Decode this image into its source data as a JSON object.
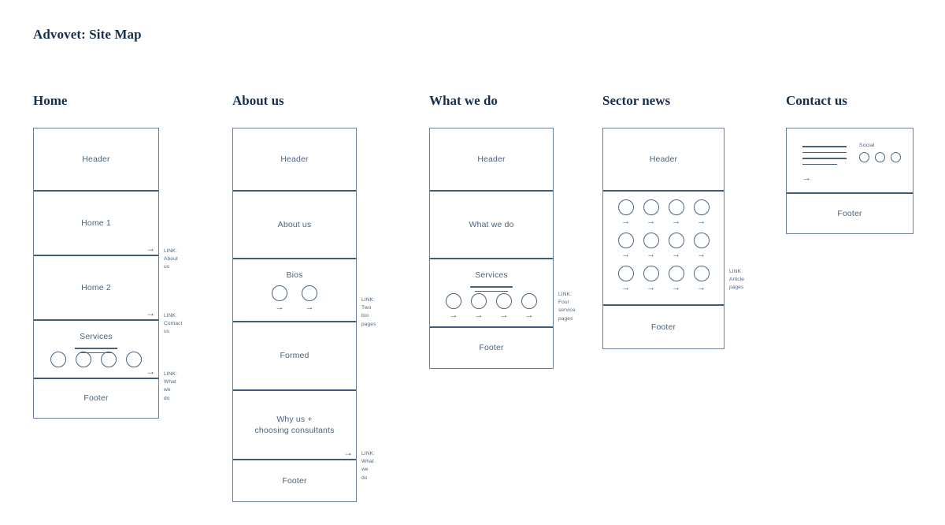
{
  "page_title": "Advovet: Site Map",
  "colors": {
    "title": "#16304c",
    "box_border": "#6b8099",
    "divider": "#3f5d7a",
    "label_text": "#49647f",
    "background": "#ffffff"
  },
  "columns": [
    {
      "title": "Home",
      "sections": [
        {
          "label": "Header"
        },
        {
          "label": "Home 1",
          "arrow": "→",
          "link": "LINK: About us"
        },
        {
          "label": "Home 2",
          "arrow": "→",
          "link": "LINK: Contact us"
        },
        {
          "label": "Services",
          "rules": 2,
          "circles": 4,
          "circle_arrows": false,
          "arrow": "→",
          "link": "LINK: What we do"
        },
        {
          "label": "Footer"
        }
      ]
    },
    {
      "title": "About us",
      "sections": [
        {
          "label": "Header"
        },
        {
          "label": "About us"
        },
        {
          "label": "Bios",
          "circles": 2,
          "circle_arrows": true,
          "link": "LINK: Two bio pages"
        },
        {
          "label": "Formed"
        },
        {
          "label": "Why us +\nchoosing consultants",
          "arrow": "→",
          "link": "LINK: What we do"
        },
        {
          "label": "Footer"
        }
      ]
    },
    {
      "title": "What we do",
      "sections": [
        {
          "label": "Header"
        },
        {
          "label": "What we do"
        },
        {
          "label": "Services",
          "rules": 2,
          "circles": 4,
          "circle_arrows": true,
          "link": "LINK:\nFour\nservice\npages"
        },
        {
          "label": "Footer"
        }
      ]
    },
    {
      "title": "Sector news",
      "sections": [
        {
          "label": "Header"
        },
        {
          "label": "",
          "circle_rows": 3,
          "circles": 4,
          "circle_arrows": true,
          "link": "LINK:\nArticle\npages"
        },
        {
          "label": "Footer"
        }
      ]
    },
    {
      "title": "Contact us",
      "sections": [
        {
          "label": "",
          "form_lines": 4,
          "form_arrow": "→",
          "social_label": "Social",
          "social_circles": 3
        },
        {
          "label": "Footer"
        }
      ]
    }
  ]
}
